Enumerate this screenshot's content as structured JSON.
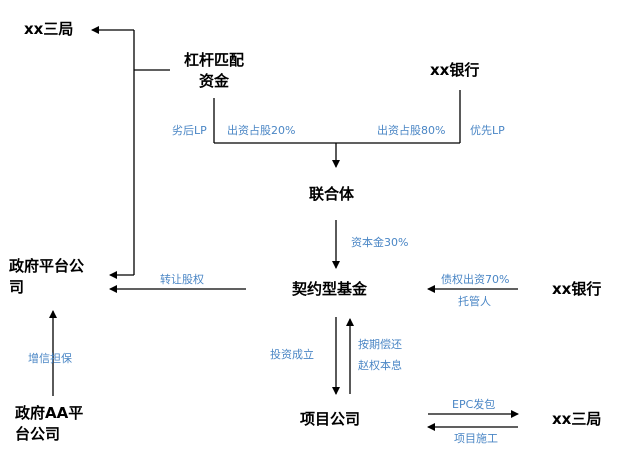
{
  "nodes": {
    "xx_sanju_top": "xx三局",
    "leverage_funds_1": "杠杆匹配",
    "leverage_funds_2": "资金",
    "xx_bank_top": "xx银行",
    "consortium": "联合体",
    "gov_platform_1": "政府平台公",
    "gov_platform_2": "司",
    "contract_fund": "契约型基金",
    "xx_bank_right": "xx银行",
    "gov_aa_1": "政府AA平",
    "gov_aa_2": "台公司",
    "project_company": "项目公司",
    "xx_sanju_bottom": "xx三局"
  },
  "labels": {
    "subordinate_lp": "劣后LP",
    "equity_20": "出资占股20%",
    "equity_80": "出资占股80%",
    "priority_lp": "优先LP",
    "capital_30": "资本金30%",
    "transfer_equity": "转让股权",
    "debt_70": "债权出资70%",
    "custodian": "托管人",
    "credit_guarantee": "增信担保",
    "invest_establish": "投资成立",
    "repay_1": "按期偿还",
    "repay_2": "赵权本息",
    "epc": "EPC发包",
    "construction": "项目施工"
  }
}
